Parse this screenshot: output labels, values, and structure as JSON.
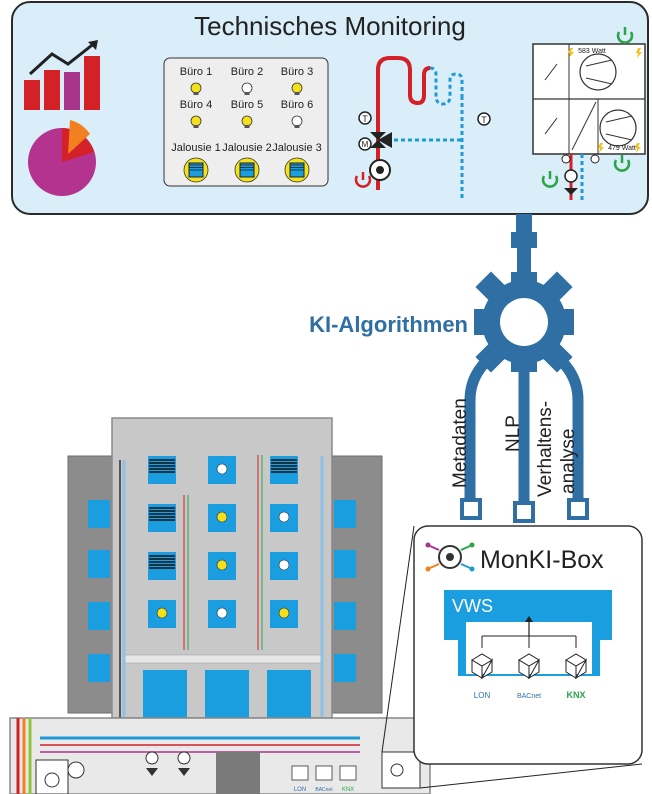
{
  "monitoring": {
    "title": "Technisches Monitoring",
    "rooms": [
      "Büro 1",
      "Büro 2",
      "Büro 3",
      "Büro 4",
      "Büro 5",
      "Büro 6"
    ],
    "blinds": [
      "Jalousie 1",
      "Jalousie 2",
      "Jalousie 3"
    ],
    "hvac": {
      "power_top": "583 Watt",
      "power_bottom": "479 Watt"
    }
  },
  "ai": {
    "label": "KI-Algorithmen",
    "branches": [
      "Metadaten",
      "NLP",
      "Verhaltens-",
      "analyse"
    ]
  },
  "box": {
    "title": "MonKI-Box",
    "vws": "VWS",
    "protocols": [
      "LON",
      "BACnet",
      "KNX"
    ]
  },
  "basement": {
    "protocols": [
      "LON",
      "BACnet",
      "KNX"
    ]
  },
  "colors": {
    "panel": "#d9eef8",
    "accent_blue": "#2f6fa3",
    "window_blue": "#1a9ee0",
    "heat_red": "#d42027",
    "cool_blue": "#1e9ad6",
    "bulb_yellow": "#f3e11b",
    "power_green": "#2aa449"
  }
}
